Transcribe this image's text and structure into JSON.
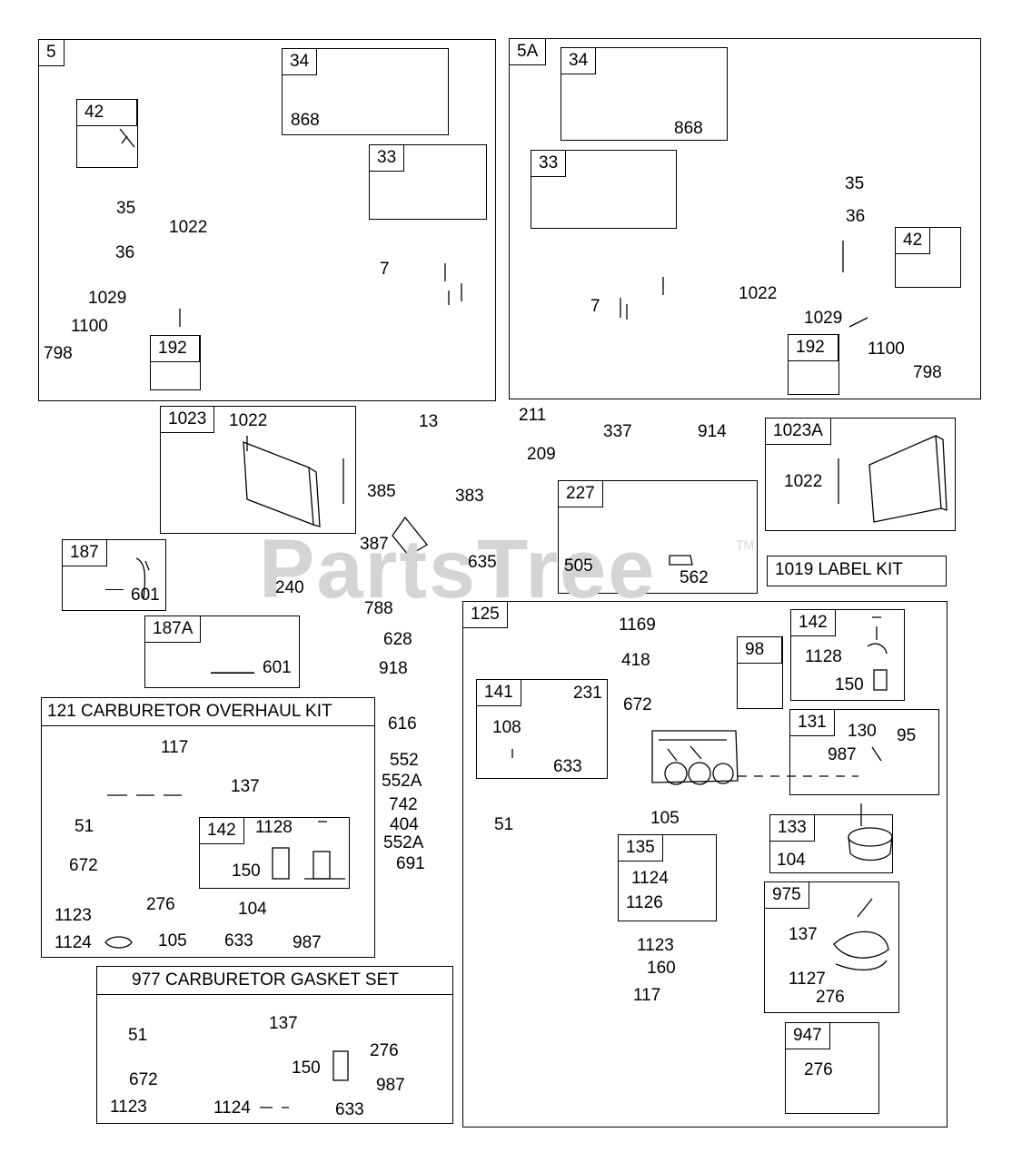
{
  "watermark": "PartsTree",
  "watermark_tm": "TM",
  "boxes": [
    {
      "id": "b5",
      "tag": "5"
    },
    {
      "id": "b5-34",
      "tag": "34"
    },
    {
      "id": "b5-42",
      "tag": "42"
    },
    {
      "id": "b5-33",
      "tag": "33"
    },
    {
      "id": "b5-192",
      "tag": "192"
    },
    {
      "id": "b5a",
      "tag": "5A"
    },
    {
      "id": "b5a-34",
      "tag": "34"
    },
    {
      "id": "b5a-33",
      "tag": "33"
    },
    {
      "id": "b5a-42",
      "tag": "42"
    },
    {
      "id": "b5a-192",
      "tag": "192"
    },
    {
      "id": "b1023",
      "tag": "1023"
    },
    {
      "id": "b1023a",
      "tag": "1023A"
    },
    {
      "id": "b227",
      "tag": "227"
    },
    {
      "id": "b187",
      "tag": "187"
    },
    {
      "id": "b187a",
      "tag": "187A"
    },
    {
      "id": "b125",
      "tag": "125"
    },
    {
      "id": "b142r",
      "tag": "142"
    },
    {
      "id": "b98",
      "tag": "98"
    },
    {
      "id": "b141",
      "tag": "141"
    },
    {
      "id": "b131",
      "tag": "131"
    },
    {
      "id": "b133",
      "tag": "133"
    },
    {
      "id": "b135",
      "tag": "135"
    },
    {
      "id": "b975",
      "tag": "975"
    },
    {
      "id": "b947",
      "tag": "947"
    },
    {
      "id": "b142l",
      "tag": "142"
    }
  ],
  "kits": {
    "overhaul": "121 CARBURETOR OVERHAUL KIT",
    "gasket": "977 CARBURETOR GASKET SET",
    "label_kit": "1019 LABEL KIT"
  },
  "labels": [
    "868",
    "35",
    "1022",
    "36",
    "7",
    "1029",
    "1100",
    "798",
    "868",
    "35",
    "36",
    "1022",
    "7",
    "1029",
    "1100",
    "798",
    "1022",
    "13",
    "211",
    "337",
    "914",
    "209",
    "385",
    "383",
    "1022",
    "505",
    "562",
    "387",
    "635",
    "240",
    "601",
    "788",
    "601",
    "628",
    "918",
    "1169",
    "418",
    "672",
    "1128",
    "150",
    "231",
    "108",
    "633",
    "130",
    "95",
    "987",
    "616",
    "552",
    "552A",
    "742",
    "404",
    "552A",
    "691",
    "51",
    "105",
    "104",
    "1124",
    "1126",
    "1123",
    "160",
    "117",
    "137",
    "1127",
    "276",
    "276",
    "117",
    "137",
    "51",
    "1128",
    "672",
    "150",
    "1123",
    "276",
    "104",
    "1124",
    "105",
    "633",
    "987",
    "51",
    "137",
    "276",
    "672",
    "150",
    "987",
    "1123",
    "1124",
    "633"
  ]
}
